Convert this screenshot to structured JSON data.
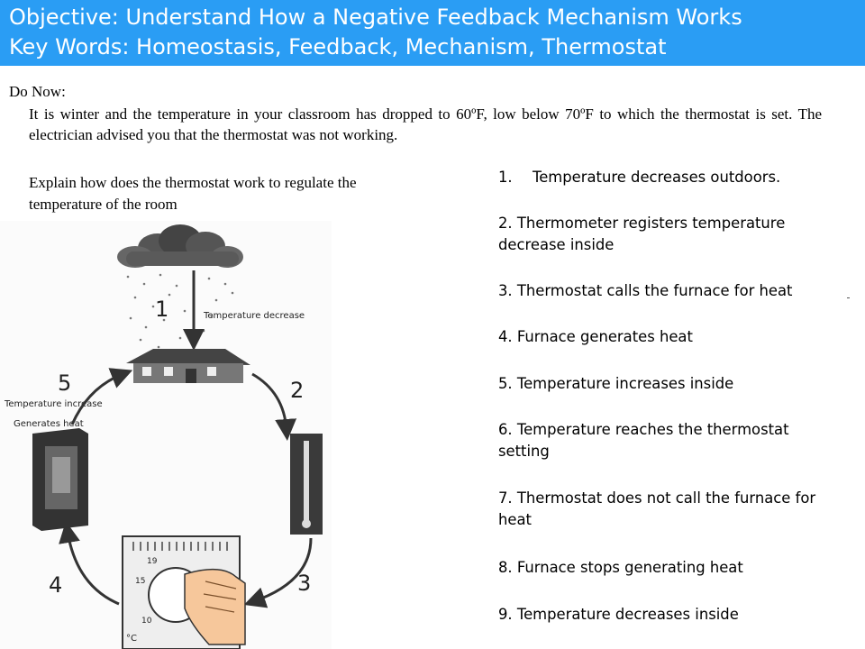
{
  "header": {
    "objective": "Objective: Understand How a Negative Feedback Mechanism Works",
    "keywords": "Key Words: Homeostasis, Feedback, Mechanism, Thermostat"
  },
  "do_now": {
    "label": "Do Now:",
    "text": "It is winter and the temperature in your classroom has dropped to 60ºF, low below 70ºF to which the thermostat is set. The electrician advised you that the thermostat was not working.",
    "question": "Explain how does the thermostat work to regulate the temperature of the room"
  },
  "steps": [
    {
      "num": "1.",
      "text": "Temperature decreases outdoors."
    },
    {
      "num": "",
      "text": "2. Thermometer registers temperature decrease inside"
    },
    {
      "num": "",
      "text": "3. Thermostat calls the furnace for heat"
    },
    {
      "num": "",
      "text": "4. Furnace generates heat"
    },
    {
      "num": "",
      "text": "5. Temperature increases inside"
    },
    {
      "num": "",
      "text": "6. Temperature reaches the thermostat setting"
    },
    {
      "num": "",
      "text": "7. Thermostat does not call the furnace for heat"
    },
    {
      "num": "",
      "text": "8. Furnace stops generating heat"
    },
    {
      "num": "",
      "text": "9. Temperature decreases inside"
    }
  ],
  "diagram": {
    "label_temp_decrease": "Temperature decrease",
    "label_temp_increase": "Temperature increase",
    "label_generates_heat": "Generates heat",
    "n1": "1",
    "n2": "2",
    "n3": "3",
    "n4": "4",
    "n5": "5",
    "dial_19": "19",
    "dial_15": "15",
    "dial_10": "10",
    "unit": "°C"
  }
}
